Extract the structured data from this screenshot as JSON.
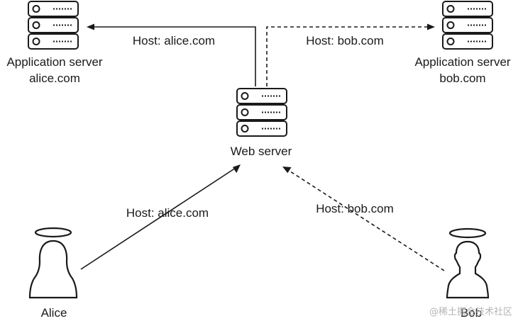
{
  "nodes": {
    "alice_server": {
      "title": "Application server",
      "host": "alice.com"
    },
    "bob_server": {
      "title": "Application server",
      "host": "bob.com"
    },
    "web_server": {
      "title": "Web server"
    },
    "alice": {
      "name": "Alice"
    },
    "bob": {
      "name": "Bob"
    }
  },
  "edges": {
    "alice_to_web": {
      "label": "Host: alice.com",
      "style": "solid"
    },
    "bob_to_web": {
      "label": "Host: bob.com",
      "style": "dashed"
    },
    "web_to_alice_server": {
      "label": "Host: alice.com",
      "style": "solid"
    },
    "web_to_bob_server": {
      "label": "Host: bob.com",
      "style": "dashed"
    }
  },
  "watermark": "@稀土掘金技术社区"
}
